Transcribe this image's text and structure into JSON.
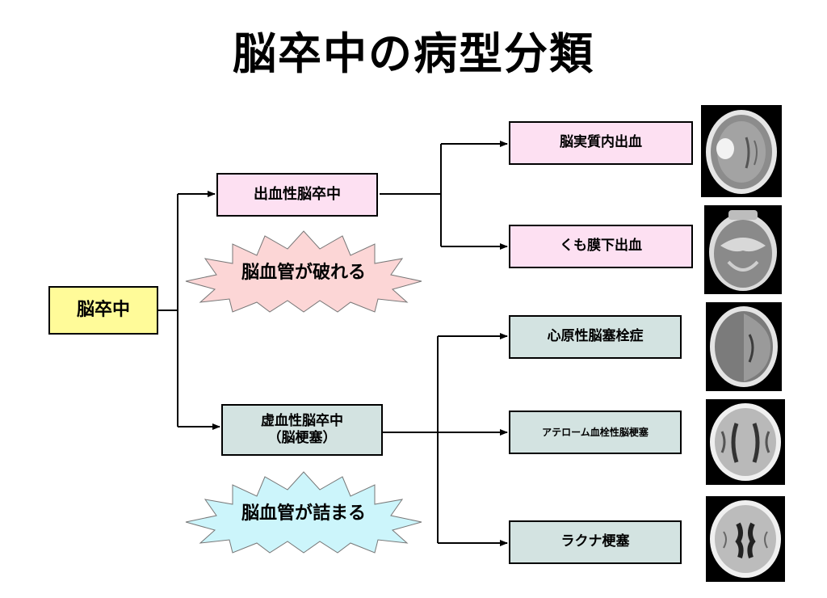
{
  "title": "脳卒中の病型分類",
  "root": "脳卒中",
  "hemorrhagic": {
    "label": "出血性脳卒中",
    "note": "脳血管が破れる",
    "children": [
      "脳実質内出血",
      "くも膜下出血"
    ]
  },
  "ischemic": {
    "label_line1": "虚血性脳卒中",
    "label_line2": "（脳梗塞）",
    "note": "脳血管が詰まる",
    "children": [
      "心原性脳塞栓症",
      "アテローム血栓性脳梗塞",
      "ラクナ梗塞"
    ]
  },
  "colors": {
    "pink_box": "#fde0f2",
    "teal_box": "#d3e3e1",
    "yellow_box": "#fffb99",
    "pink_star": "#fcd6d6",
    "cyan_star": "#ccf5fb"
  }
}
